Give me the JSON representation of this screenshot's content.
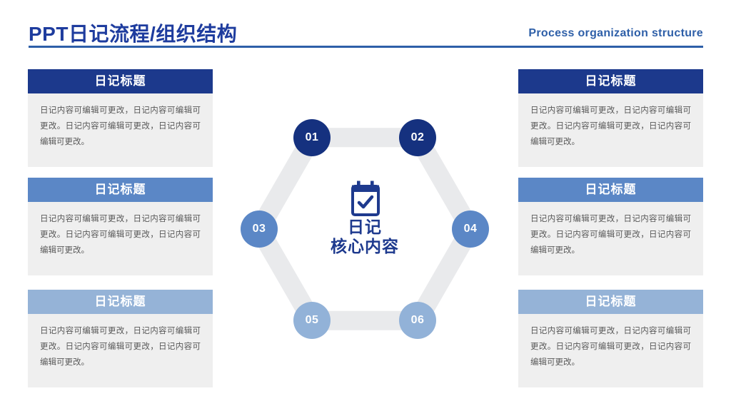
{
  "header": {
    "title": "PPT日记流程/组织结构",
    "subtitle": "Process organization structure"
  },
  "cards": {
    "left": [
      {
        "title": "日记标题",
        "body": "日记内容可编辑可更改，日记内容可编辑可更改。日记内容可编辑可更改，日记内容可编辑可更改。"
      },
      {
        "title": "日记标题",
        "body": "日记内容可编辑可更改，日记内容可编辑可更改。日记内容可编辑可更改，日记内容可编辑可更改。"
      },
      {
        "title": "日记标题",
        "body": "日记内容可编辑可更改，日记内容可编辑可更改。日记内容可编辑可更改，日记内容可编辑可更改。"
      }
    ],
    "right": [
      {
        "title": "日记标题",
        "body": "日记内容可编辑可更改，日记内容可编辑可更改。日记内容可编辑可更改，日记内容可编辑可更改。"
      },
      {
        "title": "日记标题",
        "body": "日记内容可编辑可更改，日记内容可编辑可更改。日记内容可编辑可更改，日记内容可编辑可更改。"
      },
      {
        "title": "日记标题",
        "body": "日记内容可编辑可更改，日记内容可编辑可更改。日记内容可编辑可更改，日记内容可编辑可更改。"
      }
    ]
  },
  "center": {
    "icon": "calendar-check-icon",
    "line1": "日记",
    "line2": "核心内容"
  },
  "nodes": [
    {
      "label": "01"
    },
    {
      "label": "02"
    },
    {
      "label": "03"
    },
    {
      "label": "04"
    },
    {
      "label": "05"
    },
    {
      "label": "06"
    }
  ],
  "colors": {
    "title_navy": "#1e3c9e",
    "subtitle_blue": "#2e5fa8",
    "divider_blue": "#2e5fa8",
    "header_navy": "#1c398c",
    "node_navy": "#15317f",
    "medium_blue": "#5b87c6",
    "light_blue": "#95b3d7",
    "hex_ring_gray": "#e9eaec",
    "card_body_bg": "#efefef",
    "card_body_text": "#595959"
  }
}
